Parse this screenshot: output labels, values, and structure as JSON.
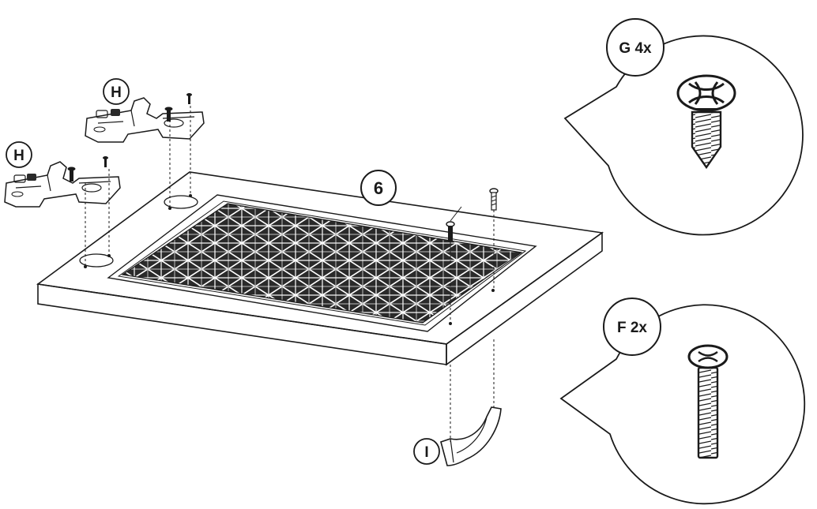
{
  "step": {
    "number": "6"
  },
  "parts": {
    "hinge_label": "H",
    "handle_label": "I"
  },
  "callouts": {
    "screw_g": {
      "label": "G 4x",
      "icon": "screw-wood-icon"
    },
    "screw_f": {
      "label": "F 2x",
      "icon": "screw-machine-icon"
    }
  },
  "colors": {
    "ink": "#1a1a1a",
    "panel_fill": "#ffffff",
    "mesh_dark": "#222222"
  }
}
